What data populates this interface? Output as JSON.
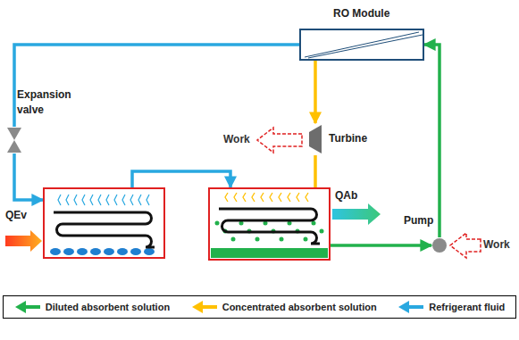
{
  "diagram": {
    "nodes": [
      {
        "text": [
          "RO Module"
        ]
      },
      {
        "text": [
          "Expansion valve"
        ]
      },
      {
        "text": [
          "QEv"
        ]
      },
      {
        "text": [
          "QAb"
        ]
      },
      {
        "text": [
          "Turbine"
        ]
      },
      {
        "text": [
          "Pump"
        ]
      }
    ],
    "edges": [
      {
        "from": 0,
        "to": 1,
        "arrow": "none"
      },
      {
        "from": 1,
        "to": 2,
        "arrow": "to"
      },
      {
        "from": 2,
        "to": 3,
        "arrow": "to"
      },
      {
        "from": 0,
        "to": 4,
        "arrow": "to"
      },
      {
        "from": 4,
        "to": 3,
        "arrow": "none"
      },
      {
        "from": 3,
        "to": 5,
        "arrow": "to"
      },
      {
        "from": 5,
        "to": 0,
        "arrow": "to"
      }
    ],
    "labels": [
      "Work",
      "Work"
    ],
    "legend": [
      {
        "text": "Diluted absorbent solution"
      },
      {
        "text": "Concentrated absorbent solution"
      },
      {
        "text": "Refrigerant fluid"
      }
    ]
  }
}
